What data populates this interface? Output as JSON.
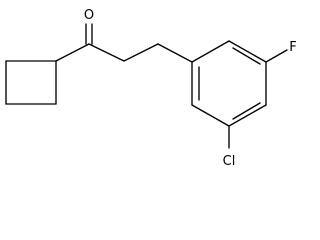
{
  "molecule": {
    "atoms": {
      "oxygen": "O",
      "fluorine": "F",
      "chlorine": "Cl"
    },
    "bond_color": "#000000",
    "background": "#ffffff"
  }
}
